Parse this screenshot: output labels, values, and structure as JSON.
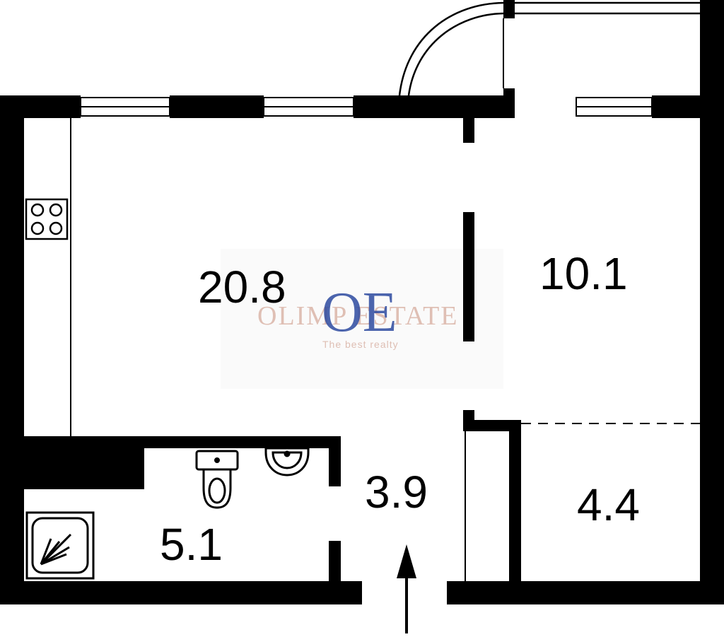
{
  "rooms": {
    "living": "20.8",
    "bedroom": "10.1",
    "hall": "3.9",
    "storage": "4.4",
    "bathroom": "5.1"
  },
  "watermark": {
    "logo": "OE",
    "name": "OLIMP ESTATE",
    "tagline": "The best realty"
  },
  "colors": {
    "wall": "#000000",
    "background": "#ffffff",
    "watermark_blue": "#2d4aa0",
    "watermark_copper": "#c98f7c"
  }
}
